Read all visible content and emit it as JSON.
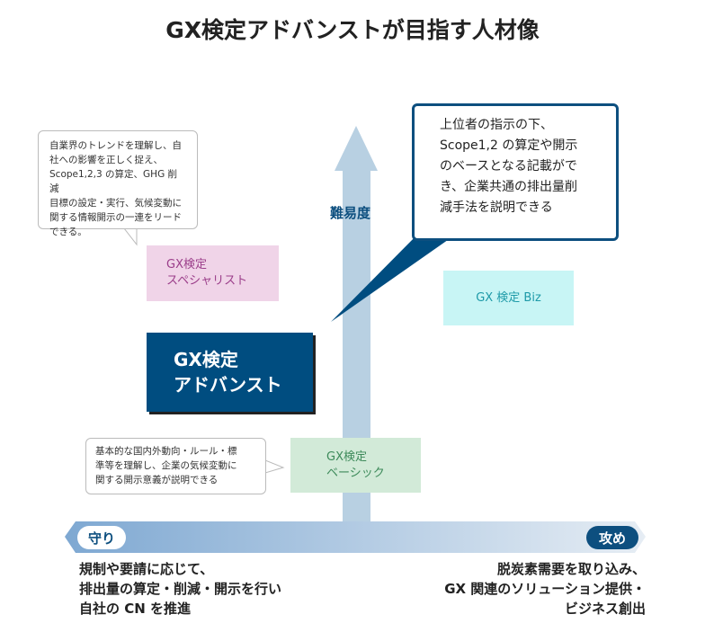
{
  "title": "GX検定アドバンストが目指す人材像",
  "axis": {
    "vertical_label": "難易度",
    "left_label": "守り",
    "right_label": "攻め"
  },
  "levels": {
    "specialist": [
      "GX検定",
      "スペシャリスト"
    ],
    "advanced": [
      "GX検定",
      "アドバンスト"
    ],
    "biz": "GX 検定 Biz",
    "basic": [
      "GX検定",
      "ベーシック"
    ]
  },
  "callouts": {
    "specialist": [
      "自業界のトレンドを理解し、自",
      "社への影響を正しく捉え、",
      "Scope1,2,3 の算定、GHG 削減",
      "目標の設定・実行、気候変動に",
      "関する情報開示の一連をリード",
      "できる。"
    ],
    "basic": [
      "基本的な国内外動向・ルール・標",
      "準等を理解し、企業の気候変動に",
      "関する開示意義が説明できる"
    ],
    "advanced": [
      "上位者の指示の下、",
      "Scope1,2 の算定や開示",
      "のベースとなる記載がで",
      "き、企業共通の排出量削",
      "減手法を説明できる"
    ]
  },
  "bottom": {
    "left": [
      "規制や要請に応じて、",
      "排出量の算定・削減・開示を行い",
      "自社の CN を推進"
    ],
    "right": [
      "脱炭素需要を取り込み、",
      "GX 関連のソリューション提供・",
      "ビジネス創出"
    ]
  },
  "colors": {
    "navy": "#004d80",
    "pink": "#f0d4e8",
    "cyan": "#c8f5f5",
    "green": "#d2ead8",
    "axis": "#b8d0e2"
  }
}
